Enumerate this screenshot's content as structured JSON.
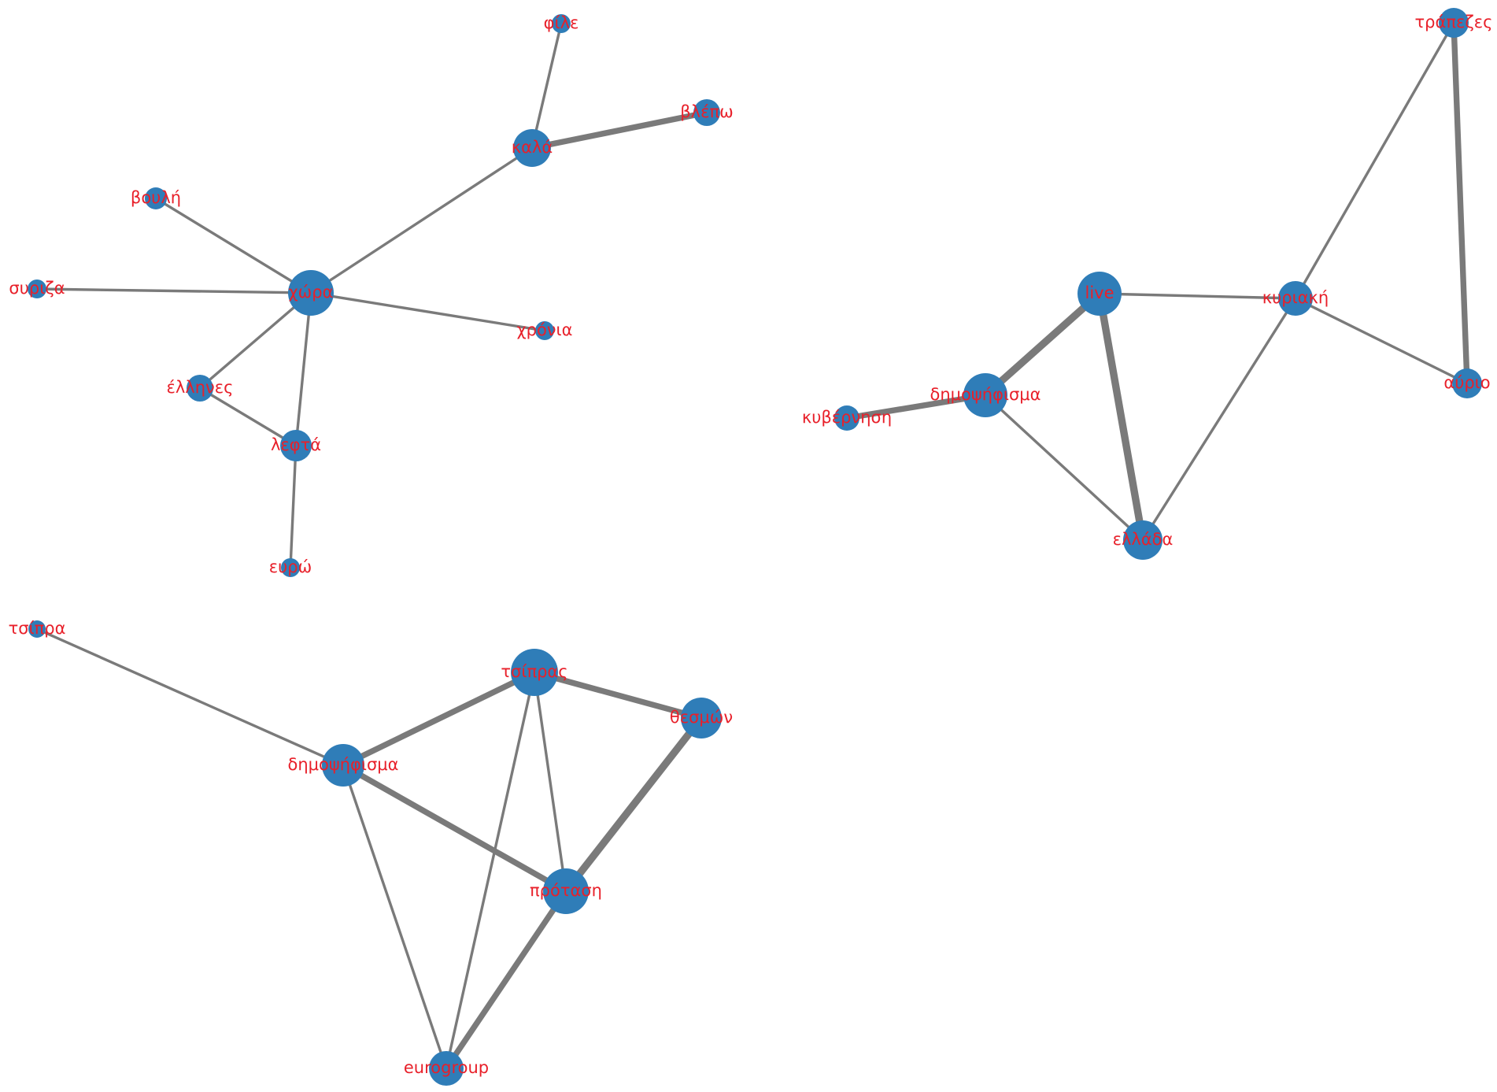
{
  "colors": {
    "node": "#2f7db8",
    "edge": "#7a7a7a",
    "label": "#e8202a",
    "background": "#ffffff"
  },
  "graphs": [
    {
      "id": "graph-1",
      "nodes": [
        {
          "id": "g1-xwra",
          "label": "χώρα"
        },
        {
          "id": "g1-kala",
          "label": "καλά"
        },
        {
          "id": "g1-file",
          "label": "φίλε"
        },
        {
          "id": "g1-vlepo",
          "label": "βλέπω"
        },
        {
          "id": "g1-vouli",
          "label": "βουλή"
        },
        {
          "id": "g1-syriza",
          "label": "συριζα"
        },
        {
          "id": "g1-xronia",
          "label": "χρόνια"
        },
        {
          "id": "g1-ellines",
          "label": "έλληνες"
        },
        {
          "id": "g1-lefta",
          "label": "λεφτά"
        },
        {
          "id": "g1-evro",
          "label": "ευρώ"
        }
      ],
      "edges": [
        {
          "source": "g1-kala",
          "target": "g1-file",
          "weight": 1
        },
        {
          "source": "g1-kala",
          "target": "g1-vlepo",
          "weight": 3
        },
        {
          "source": "g1-xwra",
          "target": "g1-kala",
          "weight": 1
        },
        {
          "source": "g1-xwra",
          "target": "g1-vouli",
          "weight": 1
        },
        {
          "source": "g1-xwra",
          "target": "g1-syriza",
          "weight": 1
        },
        {
          "source": "g1-xwra",
          "target": "g1-xronia",
          "weight": 1
        },
        {
          "source": "g1-xwra",
          "target": "g1-ellines",
          "weight": 1
        },
        {
          "source": "g1-xwra",
          "target": "g1-lefta",
          "weight": 1
        },
        {
          "source": "g1-ellines",
          "target": "g1-lefta",
          "weight": 1
        },
        {
          "source": "g1-lefta",
          "target": "g1-evro",
          "weight": 1
        }
      ]
    },
    {
      "id": "graph-2",
      "nodes": [
        {
          "id": "g2-live",
          "label": "live"
        },
        {
          "id": "g2-kyriaki",
          "label": "κυριακή"
        },
        {
          "id": "g2-trapezes",
          "label": "τράπεζες"
        },
        {
          "id": "g2-avrio",
          "label": "αύριο"
        },
        {
          "id": "g2-dimopsifisma",
          "label": "δημοψήφισμα"
        },
        {
          "id": "g2-kyvernisi",
          "label": "κυβέρνηση"
        },
        {
          "id": "g2-ellada",
          "label": "ελλάδα"
        }
      ],
      "edges": [
        {
          "source": "g2-live",
          "target": "g2-kyriaki",
          "weight": 1
        },
        {
          "source": "g2-live",
          "target": "g2-dimopsifisma",
          "weight": 4
        },
        {
          "source": "g2-live",
          "target": "g2-ellada",
          "weight": 4
        },
        {
          "source": "g2-kyriaki",
          "target": "g2-trapezes",
          "weight": 1
        },
        {
          "source": "g2-kyriaki",
          "target": "g2-avrio",
          "weight": 1
        },
        {
          "source": "g2-kyriaki",
          "target": "g2-ellada",
          "weight": 1
        },
        {
          "source": "g2-trapezes",
          "target": "g2-avrio",
          "weight": 3
        },
        {
          "source": "g2-dimopsifisma",
          "target": "g2-kyvernisi",
          "weight": 3
        },
        {
          "source": "g2-dimopsifisma",
          "target": "g2-ellada",
          "weight": 1
        }
      ]
    },
    {
      "id": "graph-3",
      "nodes": [
        {
          "id": "g3-tsipra",
          "label": "τσίπρα"
        },
        {
          "id": "g3-tsipras",
          "label": "τσίπρας"
        },
        {
          "id": "g3-thesmon",
          "label": "θεσμών"
        },
        {
          "id": "g3-dimopsifisma",
          "label": "δημοψήφισμα"
        },
        {
          "id": "g3-protasi",
          "label": "πρόταση"
        },
        {
          "id": "g3-eurogroup",
          "label": "eurogroup"
        }
      ],
      "edges": [
        {
          "source": "g3-tsipra",
          "target": "g3-dimopsifisma",
          "weight": 1
        },
        {
          "source": "g3-tsipras",
          "target": "g3-thesmon",
          "weight": 3
        },
        {
          "source": "g3-tsipras",
          "target": "g3-dimopsifisma",
          "weight": 3
        },
        {
          "source": "g3-tsipras",
          "target": "g3-protasi",
          "weight": 1
        },
        {
          "source": "g3-tsipras",
          "target": "g3-eurogroup",
          "weight": 1
        },
        {
          "source": "g3-thesmon",
          "target": "g3-protasi",
          "weight": 4
        },
        {
          "source": "g3-dimopsifisma",
          "target": "g3-protasi",
          "weight": 3
        },
        {
          "source": "g3-dimopsifisma",
          "target": "g3-eurogroup",
          "weight": 1
        },
        {
          "source": "g3-protasi",
          "target": "g3-eurogroup",
          "weight": 3
        }
      ]
    }
  ]
}
